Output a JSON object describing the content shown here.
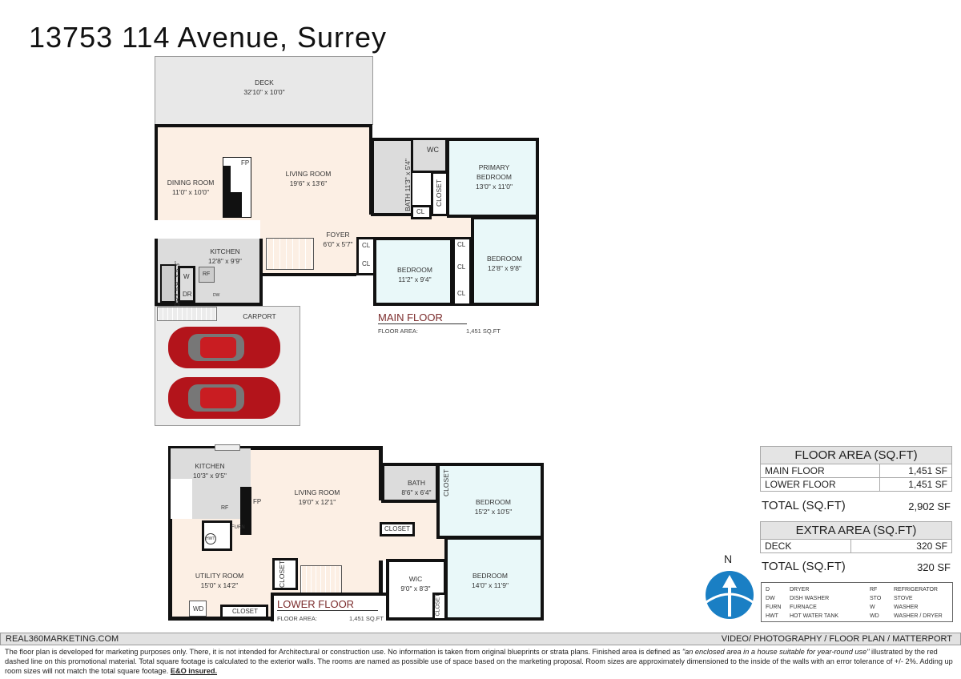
{
  "title": "13753 114 Avenue, Surrey",
  "main_floor": {
    "label": "MAIN FLOOR",
    "area_label": "FLOOR AREA:",
    "area_value": "1,451 SQ.FT",
    "deck": {
      "name": "DECK",
      "dims": "32'10\" x 10'0\""
    },
    "dining": {
      "name": "DINING ROOM",
      "dims": "11'0\" x 10'0\""
    },
    "living": {
      "name": "LIVING ROOM",
      "dims": "19'6\" x 13'6\""
    },
    "fp": "FP",
    "bath": {
      "name": "BATH",
      "dims": "11'3\" x 5'4\""
    },
    "wc": "WC",
    "closet": "CLOSET",
    "cl": "CL",
    "primary": {
      "name": "PRIMARY\nBEDROOM",
      "dims": "13'0\" x 11'0\""
    },
    "foyer": {
      "name": "FOYER",
      "dims": "6'0\" x 5'7\""
    },
    "kitchen": {
      "name": "KITCHEN",
      "dims": "12'8\" x 9'9\""
    },
    "laundry": {
      "name": "LDRY",
      "dims": "5'9\" x 5'3\""
    },
    "w": "W",
    "dr": "DR",
    "rf": "RF",
    "dw": "DW",
    "bedroom1": {
      "name": "BEDROOM",
      "dims": "11'2\" x 9'4\""
    },
    "bedroom2": {
      "name": "BEDROOM",
      "dims": "12'8\" x 9'8\""
    },
    "carport": "CARPORT"
  },
  "lower_floor": {
    "label": "LOWER FLOOR",
    "area_label": "FLOOR AREA:",
    "area_value": "1,451 SQ.FT",
    "kitchen": {
      "name": "KITCHEN",
      "dims": "10'3\" x 9'5\""
    },
    "living": {
      "name": "LIVING ROOM",
      "dims": "19'0\" x 12'1\""
    },
    "fp": "FP",
    "rf": "RF",
    "furn": "FURN",
    "hwt": "HWT",
    "wd": "WD",
    "bath": {
      "name": "BATH",
      "dims": "8'6\" x 6'4\""
    },
    "closet": "CLOSET",
    "bedroom1": {
      "name": "BEDROOM",
      "dims": "15'2\" x 10'5\""
    },
    "bedroom2": {
      "name": "BEDROOM",
      "dims": "14'0\" x 11'9\""
    },
    "utility": {
      "name": "UTILITY ROOM",
      "dims": "15'0\" x 14'2\""
    },
    "wic": {
      "name": "WIC",
      "dims": "9'0\" x 8'3\""
    }
  },
  "compass": {
    "label": "N",
    "color": "#1a7fc4"
  },
  "floor_area": {
    "header": "FLOOR AREA (SQ.FT)",
    "rows": [
      {
        "name": "MAIN FLOOR",
        "value": "1,451 SF"
      },
      {
        "name": "LOWER FLOOR",
        "value": "1,451 SF"
      }
    ],
    "total_label": "TOTAL (SQ.FT)",
    "total_value": "2,902 SF"
  },
  "extra_area": {
    "header": "EXTRA AREA (SQ.FT)",
    "rows": [
      {
        "name": "DECK",
        "value": "320 SF"
      }
    ],
    "total_label": "TOTAL (SQ.FT)",
    "total_value": "320 SF"
  },
  "legend": [
    {
      "abbr": "D",
      "desc": "DRYER"
    },
    {
      "abbr": "RF",
      "desc": "REFRIGERATOR"
    },
    {
      "abbr": "DW",
      "desc": "DISH WASHER"
    },
    {
      "abbr": "STO",
      "desc": "STOVE"
    },
    {
      "abbr": "FURN",
      "desc": "FURNACE"
    },
    {
      "abbr": "W",
      "desc": "WASHER"
    },
    {
      "abbr": "HWT",
      "desc": "HOT WATER TANK"
    },
    {
      "abbr": "WD",
      "desc": "WASHER / DRYER"
    }
  ],
  "footer": {
    "website": "REAL360MARKETING.COM",
    "services": "VIDEO/ PHOTOGRAPHY / FLOOR PLAN / MATTERPORT",
    "disclaimer_1": "The floor plan is developed for marketing purposes only. There, it is not intended for Architectural or construction use. No information is  taken from original blueprints or strata plans. Finished area is defined as ",
    "disclaimer_quote": "\"an enclosed area in a house suitable for year-round use\"",
    "disclaimer_2": " illustrated by the red dashed line on this promotional material. Total square footage is calculated to the exterior walls. The rooms are named as possible use of space based on the marketing proposal. Room sizes are approximately dimensioned to the inside of the walls with an error tolerance of +/- 2%. Adding up room sizes will not match the total square footage. ",
    "eo": "E&O insured."
  },
  "colors": {
    "living": "#fcefe4",
    "bedroom": "#e9f8f9",
    "wet": "#dcdcdc",
    "car": "#b3141b",
    "label_red": "#7b2b2b"
  }
}
